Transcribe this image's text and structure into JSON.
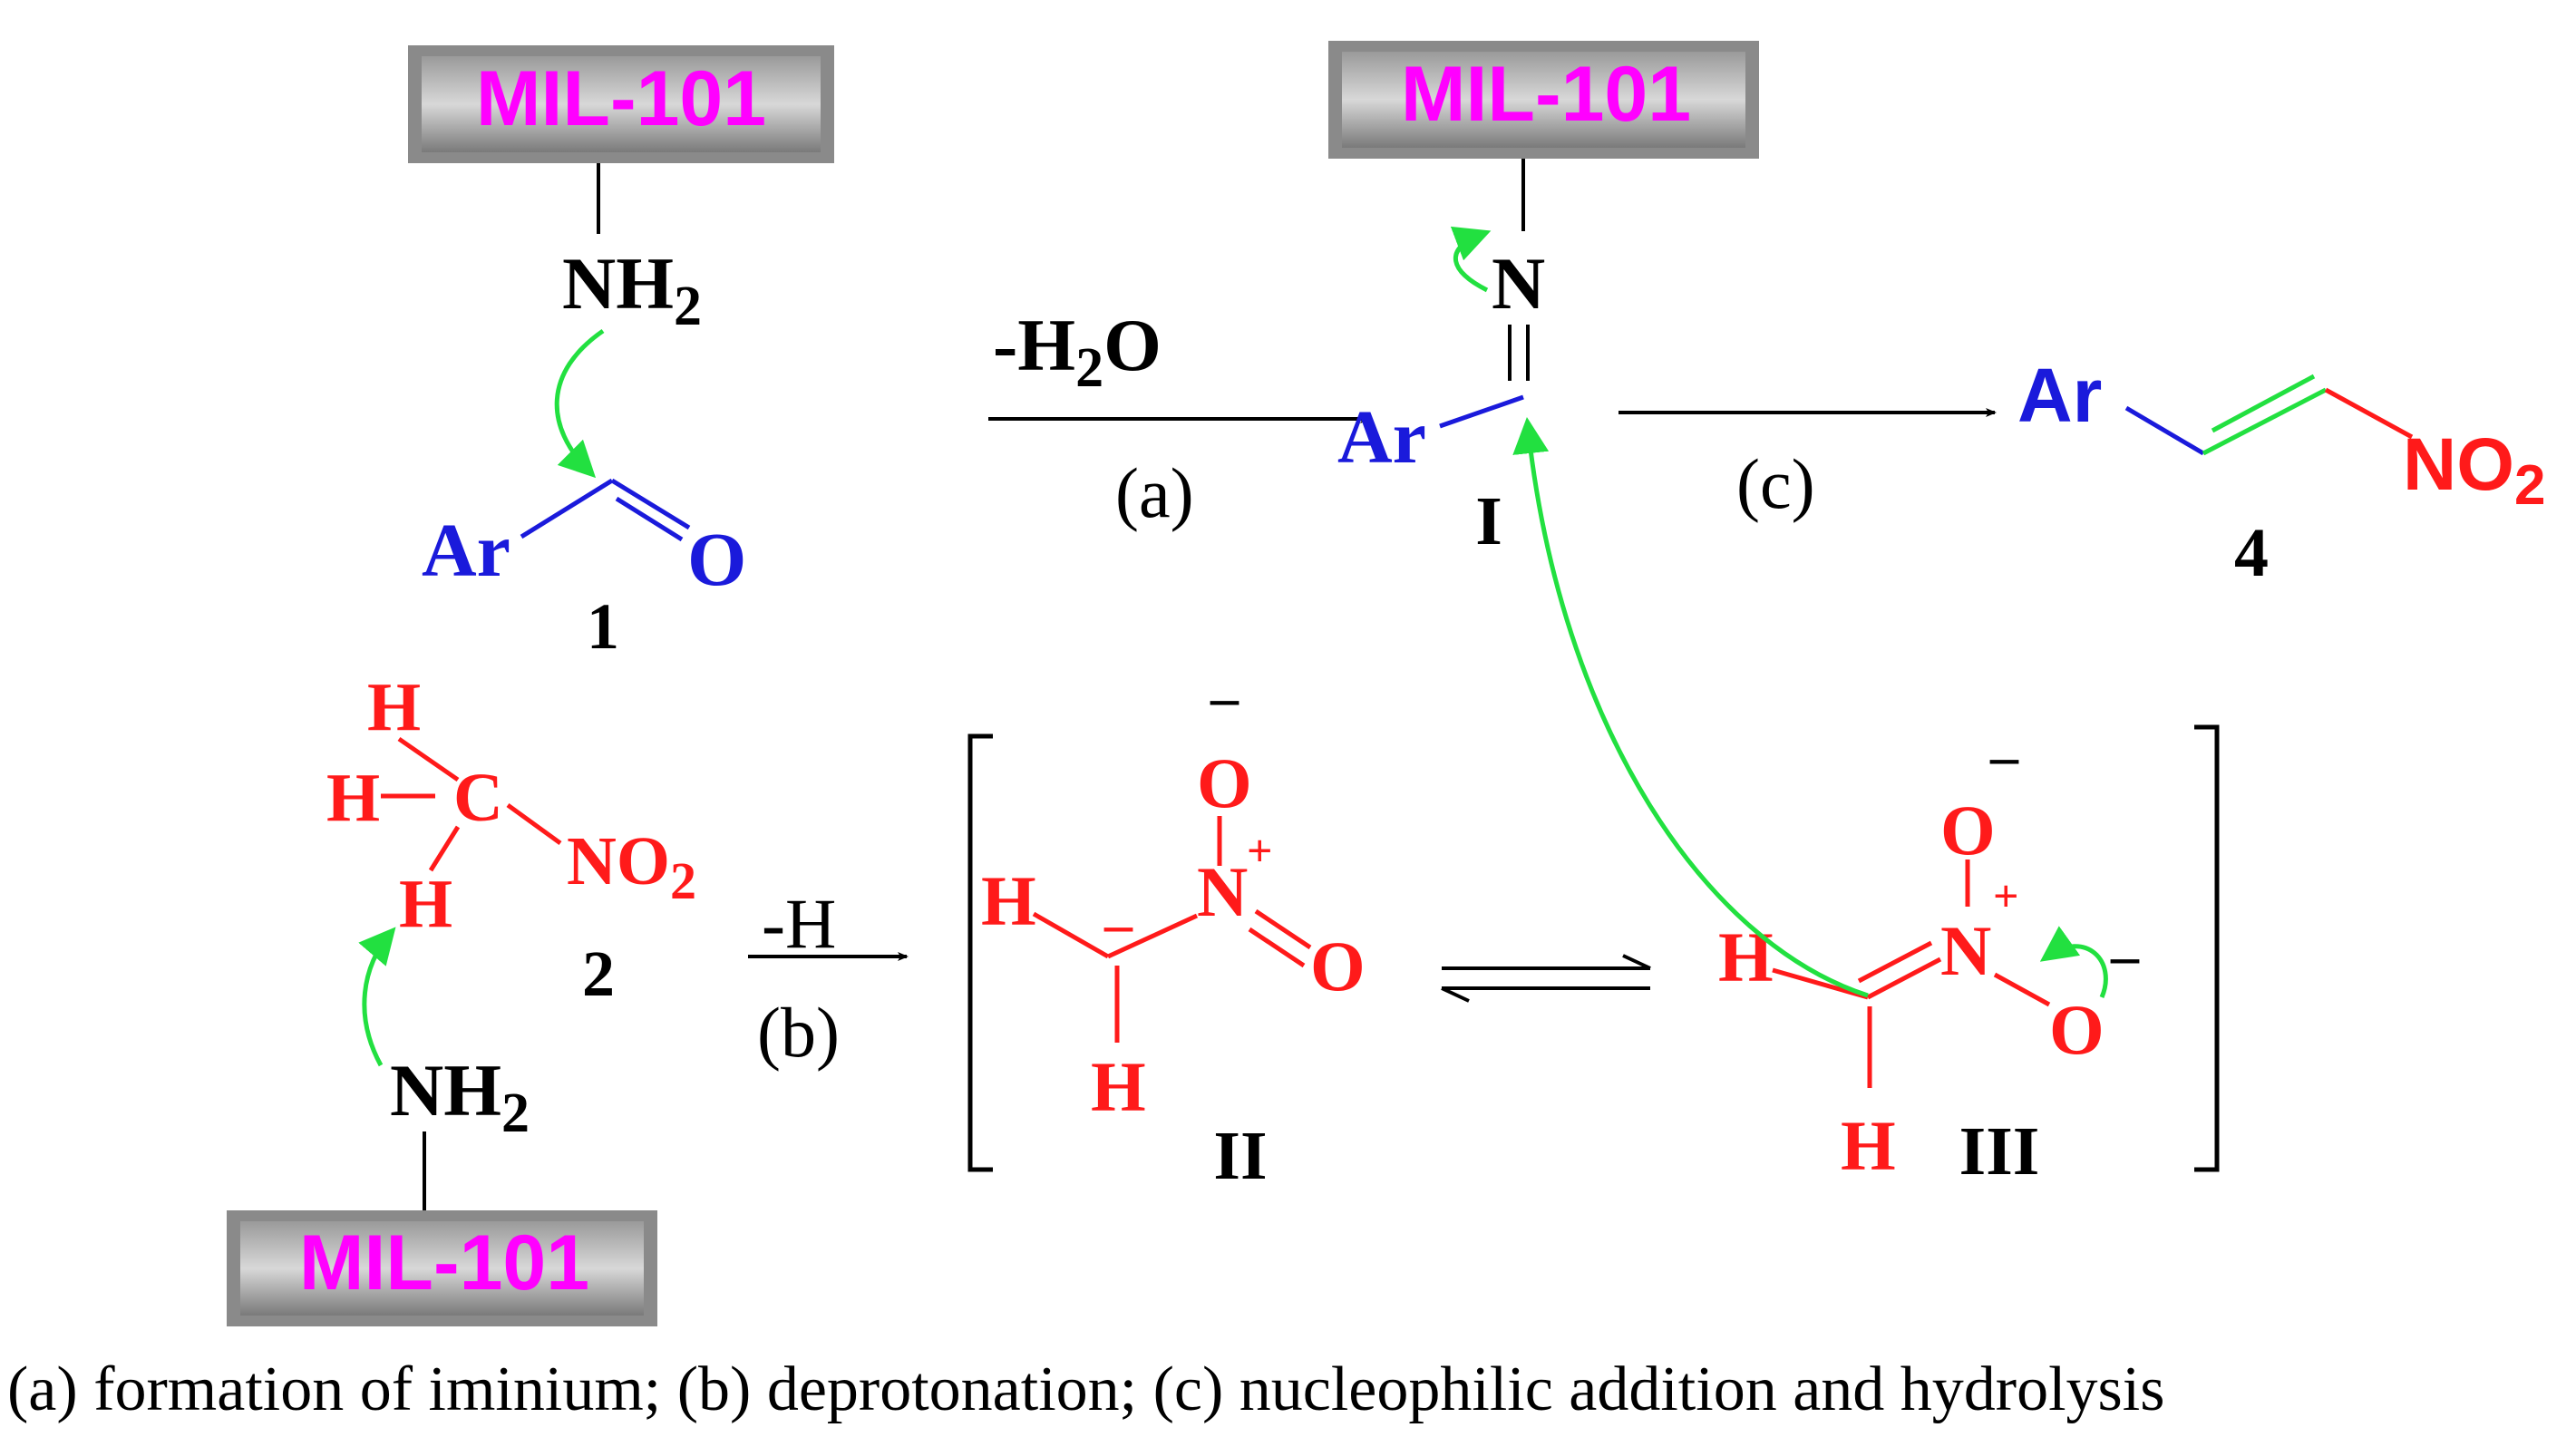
{
  "support_label": "MIL-101",
  "amine": {
    "main": "NH",
    "sub": "2"
  },
  "aryl": "Ar",
  "oxygen": "O",
  "nitrogen": "N",
  "hydrogen": "H",
  "carbon": "C",
  "nitro": {
    "main": "NO",
    "sub": "2"
  },
  "charges": {
    "minus": "–",
    "plus_n": "+"
  },
  "compounds": {
    "aldehyde": "1",
    "nitromethane": "2",
    "product": "4",
    "imine": "I",
    "anion_a": "II",
    "anion_b": "III"
  },
  "steps": {
    "a_reagent_minus": "-H",
    "a_reagent_sub": "2",
    "a_reagent_tail": "O",
    "a_label": "(a)",
    "b_reagent": "-H",
    "b_label": "(b)",
    "c_label": "(c)"
  },
  "caption": "(a) formation of iminium;  (b)  deprotonation; (c) nucleophilic addition and hydrolysis",
  "colors": {
    "support_text": "#ff00ff",
    "aryl": "#1a1adb",
    "nitro": "#ff1a1a",
    "arrow_green": "#22e040",
    "box_outer": "#8a8a8a",
    "box_inner": "#cfcfcf"
  }
}
